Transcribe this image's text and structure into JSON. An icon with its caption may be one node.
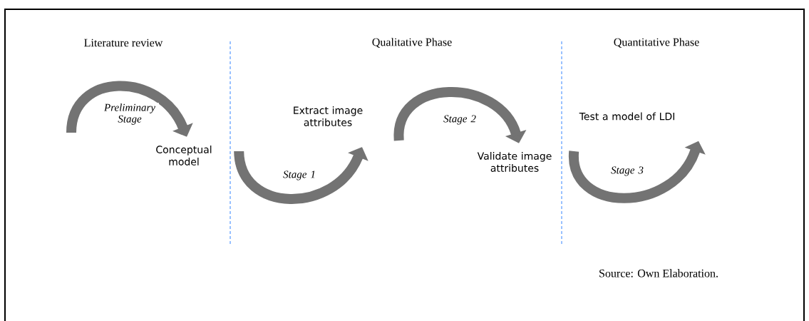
{
  "diagram": {
    "caption": "Source: Own Elaboration.",
    "nodes": [
      {
        "text": [
          "Conceptual model"
        ]
      },
      {
        "text": [
          "Extract image attributes"
        ]
      },
      {
        "text": [
          "Validate image attributes"
        ]
      },
      {
        "text": [
          "Test a model of LDI"
        ]
      }
    ],
    "edges": [
      {
        "from": null,
        "to": 0,
        "arrow": "to",
        "label": "Preliminary Stage"
      },
      {
        "from": 0,
        "to": 1,
        "arrow": "to",
        "label": "Stage 1"
      },
      {
        "from": 1,
        "to": 2,
        "arrow": "to",
        "label": "Stage 2"
      },
      {
        "from": 2,
        "to": 3,
        "arrow": "to",
        "label": "Stage 3"
      }
    ],
    "labels": [
      "Literature review",
      "Qualitative Phase",
      "Quantitative Phase"
    ]
  }
}
